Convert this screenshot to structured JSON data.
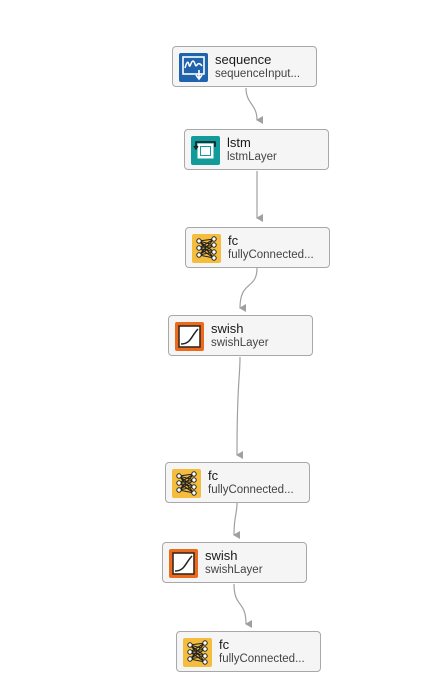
{
  "colors": {
    "input": "#1f63ad",
    "lstm": "#129b9b",
    "fully_connected": "#f5bd3d",
    "swish": "#ec6a1c",
    "edge": "#a0a0a0",
    "node_border": "#a8a8a8",
    "node_background": "#f5f5f5"
  },
  "nodes": [
    {
      "name": "sequence",
      "type": "sequenceInput...",
      "icon": "sequence-input-icon"
    },
    {
      "name": "lstm",
      "type": "lstmLayer",
      "icon": "lstm-icon"
    },
    {
      "name": "fc",
      "type": "fullyConnected...",
      "icon": "fully-connected-icon"
    },
    {
      "name": "swish",
      "type": "swishLayer",
      "icon": "swish-icon"
    },
    {
      "name": "fc",
      "type": "fullyConnected...",
      "icon": "fully-connected-icon"
    },
    {
      "name": "swish",
      "type": "swishLayer",
      "icon": "swish-icon"
    },
    {
      "name": "fc",
      "type": "fullyConnected...",
      "icon": "fully-connected-icon"
    }
  ]
}
